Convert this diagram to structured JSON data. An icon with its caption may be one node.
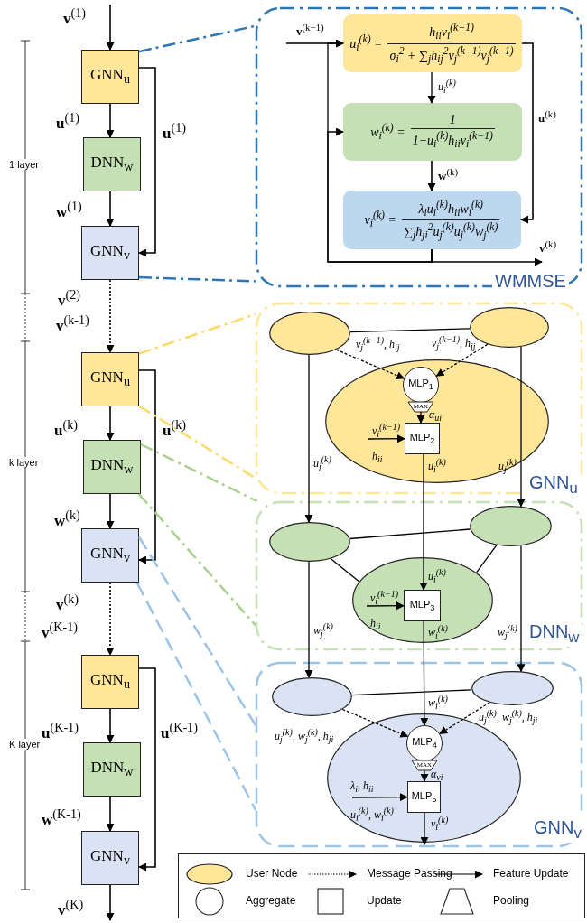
{
  "diagram": {
    "nodes": [
      {
        "text": [
          "GNN$_{u}$"
        ]
      },
      {
        "text": [
          "DNN$_{w}$"
        ]
      },
      {
        "text": [
          "GNN$_{v}$"
        ]
      },
      {
        "text": [
          "GNN$_{u}$"
        ]
      },
      {
        "text": [
          "DNN$_{w}$"
        ]
      },
      {
        "text": [
          "GNN$_{v}$"
        ]
      },
      {
        "text": [
          "GNN$_{u}$"
        ]
      },
      {
        "text": [
          "DNN$_{w}$"
        ]
      },
      {
        "text": [
          "GNN$_{v}$"
        ]
      },
      {
        "text": [
          "WMMSE"
        ]
      },
      {
        "text": [
          "u$_{i}$$^{(k)}$ =",
          "h$_{ii}$v$_{i}$$^{(k−1)}$",
          "σ$_{i}$$^{2}$ + ∑$_{j}$h$_{ij}$$^{2}$v$_{j}$$^{(k−1)}$v$_{j}$$^{(k−1)}$"
        ],
        "in": 9
      },
      {
        "text": [
          "w$_{i}$$^{(k)}$ =",
          "1",
          "1−u$_{i}$$^{(k)}$h$_{ii}$v$_{i}$$^{(k−1)}$"
        ],
        "in": 9
      },
      {
        "text": [
          "v$_{i}$$^{(k)}$ =",
          "λ$_{i}$u$_{i}$$^{(k)}$h$_{ii}$w$_{i}$$^{(k)}$",
          "∑$_{j}$h$_{ji}$$^{2}$u$_{j}$$^{(k)}$u$_{j}$$^{(k)}$w$_{j}$$^{(k)}$"
        ],
        "in": 9
      },
      {
        "text": [
          "GNN$_{u}$"
        ]
      },
      {
        "text": [],
        "shape": "ellipse",
        "in": 13
      },
      {
        "text": [],
        "shape": "ellipse",
        "in": 13
      },
      {
        "text": [],
        "shape": "ellipse",
        "in": 13
      },
      {
        "text": [
          "MLP$_{1}$"
        ],
        "in": 16
      },
      {
        "text": [
          "MAX"
        ],
        "in": 16
      },
      {
        "text": [
          "MLP$_{2}$"
        ],
        "in": 16
      },
      {
        "text": [
          "DNN$_{w}$"
        ]
      },
      {
        "text": [],
        "shape": "ellipse",
        "in": 20
      },
      {
        "text": [],
        "shape": "ellipse",
        "in": 20
      },
      {
        "text": [],
        "shape": "ellipse",
        "in": 20
      },
      {
        "text": [
          "MLP$_{3}$"
        ],
        "in": 23
      },
      {
        "text": [
          "GNN$_{v}$"
        ]
      },
      {
        "text": [],
        "shape": "ellipse",
        "in": 25
      },
      {
        "text": [],
        "shape": "ellipse",
        "in": 25
      },
      {
        "text": [],
        "shape": "ellipse",
        "in": 25
      },
      {
        "text": [
          "MLP$_{4}$"
        ],
        "in": 28
      },
      {
        "text": [
          "MAX"
        ],
        "in": 28
      },
      {
        "text": [
          "MLP$_{5}$"
        ],
        "in": 28
      }
    ],
    "edges": [
      {
        "from": null,
        "to": 0,
        "arrow": "to",
        "label": "**v**$^{(1)}$"
      },
      {
        "from": 0,
        "to": 1,
        "arrow": "to",
        "label": "**u**$^{(1)}$"
      },
      {
        "from": 0,
        "to": 2,
        "arrow": "to",
        "label": "**u**$^{(1)}$"
      },
      {
        "from": 1,
        "to": 2,
        "arrow": "to",
        "label": "**w**$^{(1)}$"
      },
      {
        "from": 2,
        "to": 3,
        "arrow": "to",
        "label": "**v**$^{(2)}$",
        "style": "dashed"
      },
      {
        "from": 3,
        "to": 4,
        "arrow": "to",
        "label": "**u**$^{(k)}$"
      },
      {
        "from": 3,
        "to": 5,
        "arrow": "to",
        "label": "**u**$^{(k)}$"
      },
      {
        "from": 4,
        "to": 5,
        "arrow": "to",
        "label": "**w**$^{(k)}$"
      },
      {
        "from": 5,
        "to": 6,
        "arrow": "to",
        "label": "**v**$^{(k)}$",
        "style": "dashed"
      },
      {
        "from": 6,
        "to": 7,
        "arrow": "to",
        "label": "**u**$^{(K-1)}$"
      },
      {
        "from": 6,
        "to": 8,
        "arrow": "to",
        "label": "**u**$^{(K-1)}$"
      },
      {
        "from": 7,
        "to": 8,
        "arrow": "to",
        "label": "**w**$^{(K-1)}$"
      },
      {
        "from": 8,
        "to": null,
        "arrow": "to",
        "label": "**v**$^{(K)}$"
      },
      {
        "from": 0,
        "to": 9,
        "arrow": "none",
        "style": "dashed",
        "color": "#2e75b6"
      },
      {
        "from": 2,
        "to": 9,
        "arrow": "none",
        "style": "dashed",
        "color": "#2e75b6"
      },
      {
        "from": 3,
        "to": 13,
        "arrow": "none",
        "style": "dashed",
        "color": "#ffd966"
      },
      {
        "from": 3,
        "to": 13,
        "arrow": "none",
        "style": "dashed",
        "color": "#ffd966"
      },
      {
        "from": 4,
        "to": 20,
        "arrow": "none",
        "style": "dashed",
        "color": "#a9d18e"
      },
      {
        "from": 4,
        "to": 20,
        "arrow": "none",
        "style": "dashed",
        "color": "#a9d18e"
      },
      {
        "from": 5,
        "to": 25,
        "arrow": "none",
        "style": "dashed",
        "color": "#9dc3e6"
      },
      {
        "from": 5,
        "to": 25,
        "arrow": "none",
        "style": "dashed",
        "color": "#9dc3e6"
      },
      {
        "from": null,
        "to": 10,
        "arrow": "to",
        "label": "**v**$^{(k−1)}$"
      },
      {
        "from": 10,
        "to": 11,
        "arrow": "to",
        "label": "u$_{i}$$^{(k)}$"
      },
      {
        "from": 11,
        "to": 12,
        "arrow": "to",
        "label": "**w**$^{(k)}$"
      },
      {
        "from": 10,
        "to": 12,
        "arrow": "to",
        "label": "**u**$^{(k)}$"
      },
      {
        "from": 12,
        "to": null,
        "arrow": "to",
        "label": "**v**$^{(k)}$"
      },
      {
        "from": 12,
        "to": 10,
        "arrow": "to"
      },
      {
        "from": 12,
        "to": 11,
        "arrow": "to"
      },
      {
        "from": 14,
        "to": 15,
        "arrow": "none"
      },
      {
        "from": 14,
        "to": 17,
        "arrow": "to",
        "style": "dashed",
        "label": "v$_{j}$$^{(k−1)}$, h$_{ij}$"
      },
      {
        "from": 15,
        "to": 17,
        "arrow": "to",
        "style": "dashed",
        "label": "v$_{j}$$^{(k−1)}$, h$_{ij}$"
      },
      {
        "from": 18,
        "to": 19,
        "arrow": "to",
        "label": "α$_{ui}$"
      },
      {
        "from": null,
        "to": 19,
        "arrow": "to",
        "label": "v$_{i}$$^{(k−1)}$ h$_{ii}$"
      },
      {
        "from": 14,
        "to": 21,
        "arrow": "to",
        "label": "u$_{j}$$^{(k)}$"
      },
      {
        "from": 15,
        "to": 22,
        "arrow": "to",
        "label": "u$_{j}$$^{(k)}$"
      },
      {
        "from": 19,
        "to": 24,
        "arrow": "to",
        "label": "u$_{i}$$^{(k)}$"
      },
      {
        "from": 21,
        "to": 22,
        "arrow": "none"
      },
      {
        "from": 21,
        "to": 23,
        "arrow": "none"
      },
      {
        "from": 22,
        "to": 23,
        "arrow": "none"
      },
      {
        "from": null,
        "to": 24,
        "arrow": "to",
        "label": "v$_{i}$$^{(k−1)}$ h$_{ii}$"
      },
      {
        "from": 21,
        "to": 26,
        "arrow": "to",
        "label": "w$_{j}$$^{(k)}$"
      },
      {
        "from": 22,
        "to": 27,
        "arrow": "to",
        "label": "w$_{j}$$^{(k)}$"
      },
      {
        "from": 24,
        "to": 29,
        "arrow": "to",
        "label": "w$_{i}$$^{(k)}$"
      },
      {
        "from": 26,
        "to": 27,
        "arrow": "none"
      },
      {
        "from": 26,
        "to": 29,
        "arrow": "to",
        "style": "dashed",
        "label": "u$_{j}$$^{(k)}$, w$_{j}$$^{(k)}$, h$_{ji}$"
      },
      {
        "from": 27,
        "to": 29,
        "arrow": "to",
        "style": "dashed",
        "label": "u$_{j}$$^{(k)}$, w$_{j}$$^{(k)}$, h$_{ji}$"
      },
      {
        "from": 30,
        "to": 31,
        "arrow": "to",
        "label": "α$_{vi}$"
      },
      {
        "from": null,
        "to": 31,
        "arrow": "to",
        "label": "λ$_{i}$, h$_{ii}$ u$_{i}$$^{(k)}$, w$_{i}$$^{(k)}$"
      },
      {
        "from": 31,
        "to": null,
        "arrow": "to",
        "label": "v$_{i}$$^{(k)}$"
      }
    ],
    "labels": [
      "1 layer",
      "k layer",
      "K layer",
      "**v**$^{(k-1)}$",
      "**v**$^{(K-1)}$",
      "u$_{i}$$^{(k)}$",
      "w$_{i}$$^{(k)}$"
    ],
    "legend": [
      {
        "text": "User Node",
        "color": "#ffe699"
      },
      {
        "text": "Message Passing"
      },
      {
        "text": "Feature Update"
      },
      {
        "text": "Aggregate"
      },
      {
        "text": "Update"
      },
      {
        "text": "Pooling"
      }
    ]
  }
}
